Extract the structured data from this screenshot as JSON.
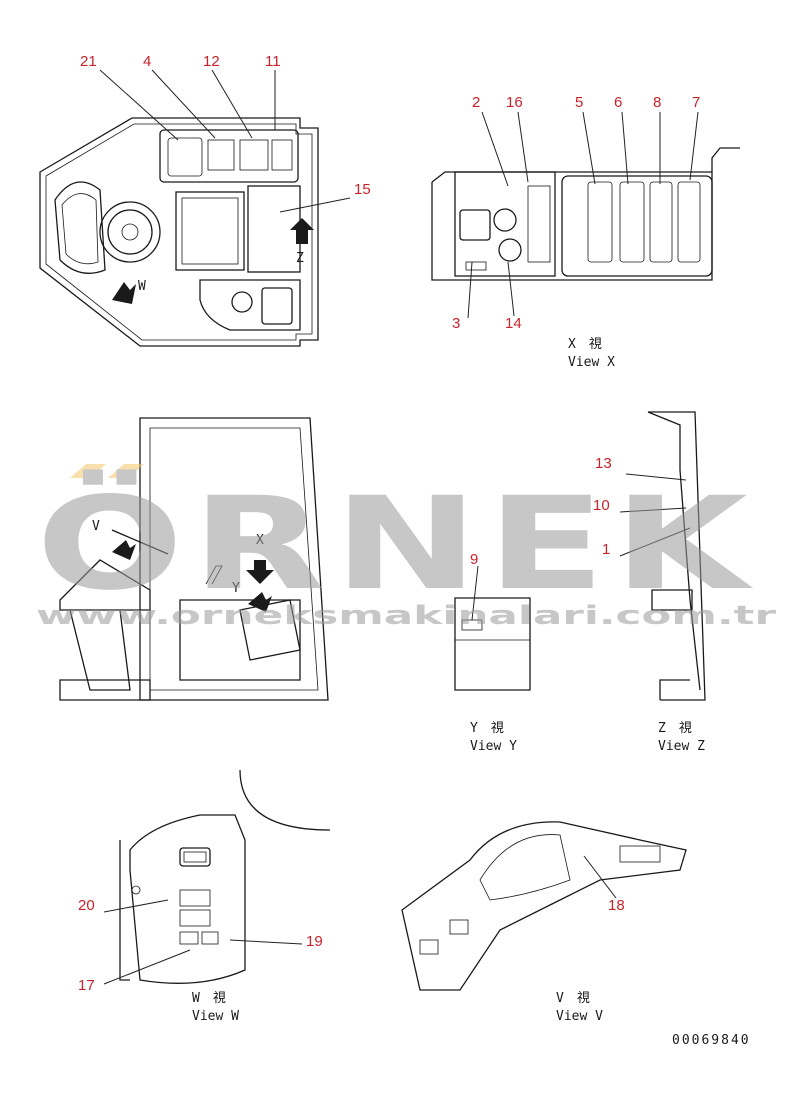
{
  "callouts": {
    "c21": "21",
    "c4": "4",
    "c12": "12",
    "c11": "11",
    "c15": "15",
    "c2": "2",
    "c16": "16",
    "c5": "5",
    "c6": "6",
    "c8": "8",
    "c7": "7",
    "c3": "3",
    "c14": "14",
    "c13": "13",
    "c10": "10",
    "c1": "1",
    "c9": "9",
    "c20": "20",
    "c19": "19",
    "c17": "17",
    "c18": "18"
  },
  "view_markers": {
    "w": "W",
    "z": "Z",
    "v": "V",
    "x": "X",
    "y": "Y"
  },
  "view_titles": {
    "x_jp": "X　視",
    "x_en": "View X",
    "y_jp": "Y　視",
    "y_en": "View Y",
    "z_jp": "Z　視",
    "z_en": "View Z",
    "w_jp": "W　視",
    "w_en": "View W",
    "v_jp": "V　視",
    "v_en": "View V"
  },
  "drawing_number": "00069840",
  "watermark": {
    "brand": "ÖRNEK",
    "url": "www.orneksmakinalari.com.tr"
  },
  "colors": {
    "callout": "#c8232c",
    "line": "#1a1a1a",
    "watermark": "#9a9a9a",
    "watermark_accent": "#f3c66a"
  }
}
